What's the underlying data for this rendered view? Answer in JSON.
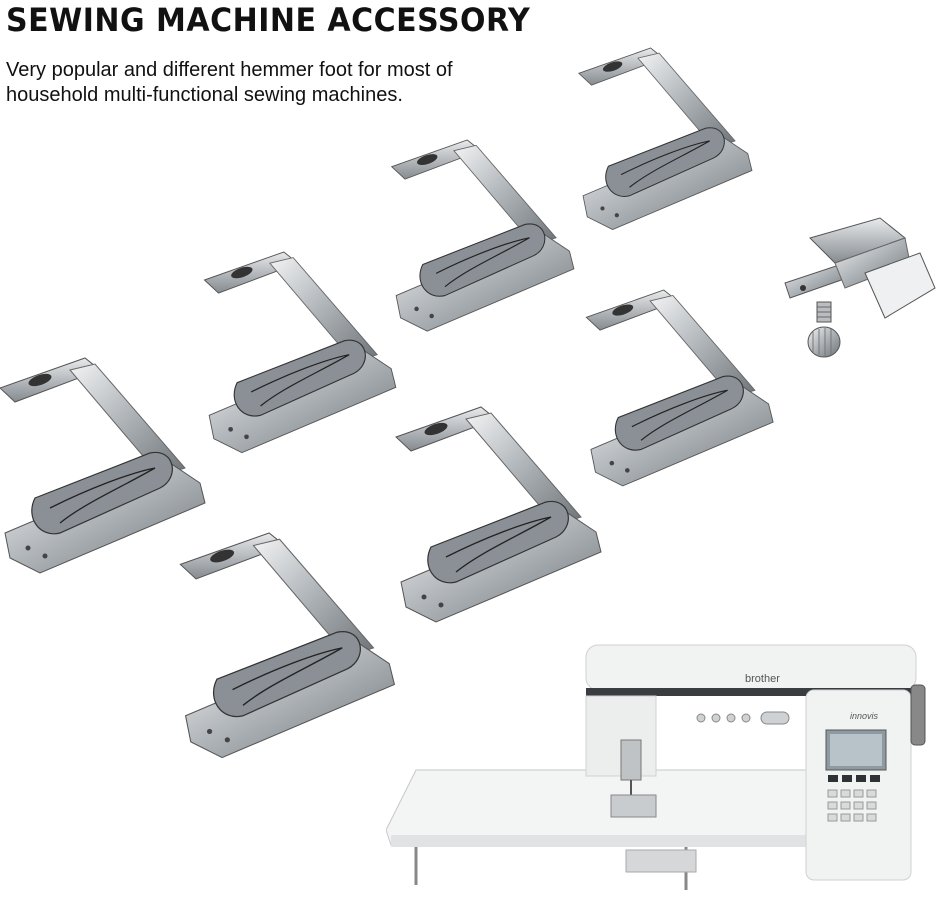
{
  "header": {
    "title": "SEWING MACHINE ACCESSORY",
    "description": "Very popular and different hemmer foot for most of household multi-functional sewing machines."
  },
  "machine": {
    "brand": "brother",
    "model": "innovis"
  },
  "colors": {
    "metal_light": "#d9dcdf",
    "metal_mid": "#a8adb2",
    "metal_dark": "#5f656b",
    "machine_body": "#f1f2f2"
  },
  "icons": [
    "hemmer-foot-icon",
    "screw-icon",
    "sewing-machine-icon"
  ]
}
